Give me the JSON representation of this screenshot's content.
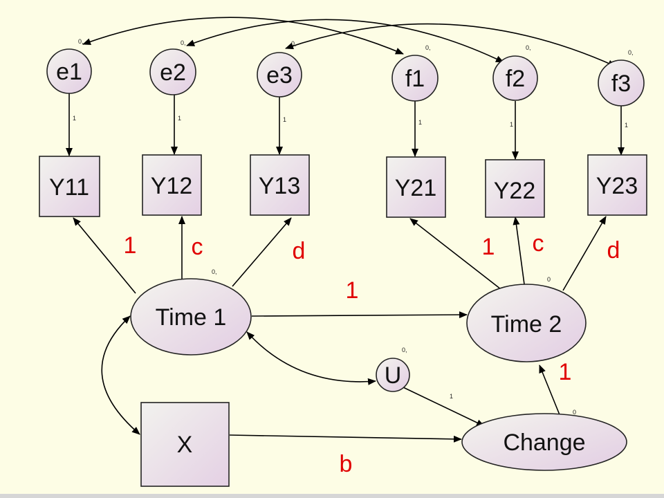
{
  "nodes": {
    "e1": "e1",
    "e2": "e2",
    "e3": "e3",
    "f1": "f1",
    "f2": "f2",
    "f3": "f3",
    "y11": "Y11",
    "y12": "Y12",
    "y13": "Y13",
    "y21": "Y21",
    "y22": "Y22",
    "y23": "Y23",
    "time1": "Time 1",
    "time2": "Time 2",
    "u": "U",
    "x": "X",
    "change": "Change"
  },
  "small_labels": {
    "e1_var": "0,",
    "e2_var": "0,",
    "e3_var": "0,",
    "f1_var": "0,",
    "f2_var": "0,",
    "f3_var": "0,",
    "time1_var": "0,",
    "u_var": "0,",
    "time2_mean": "0",
    "change_mean": "0",
    "e1_path": "1",
    "e2_path": "1",
    "e3_path": "1",
    "f1_path": "1",
    "f2_path": "1",
    "f3_path": "1",
    "u_path": "1"
  },
  "path_labels": {
    "t1_y11": "1",
    "t1_y12": "c",
    "t1_y13": "d",
    "t2_y21": "1",
    "t2_y22": "c",
    "t2_y23": "d",
    "t1_t2": "1",
    "change_t2": "1",
    "x_change": "b"
  },
  "colors": {
    "background": "#fdfde5",
    "fill_light": "#f3f3ee",
    "fill_pink": "#e6d3e6",
    "label_red": "#e00000"
  }
}
